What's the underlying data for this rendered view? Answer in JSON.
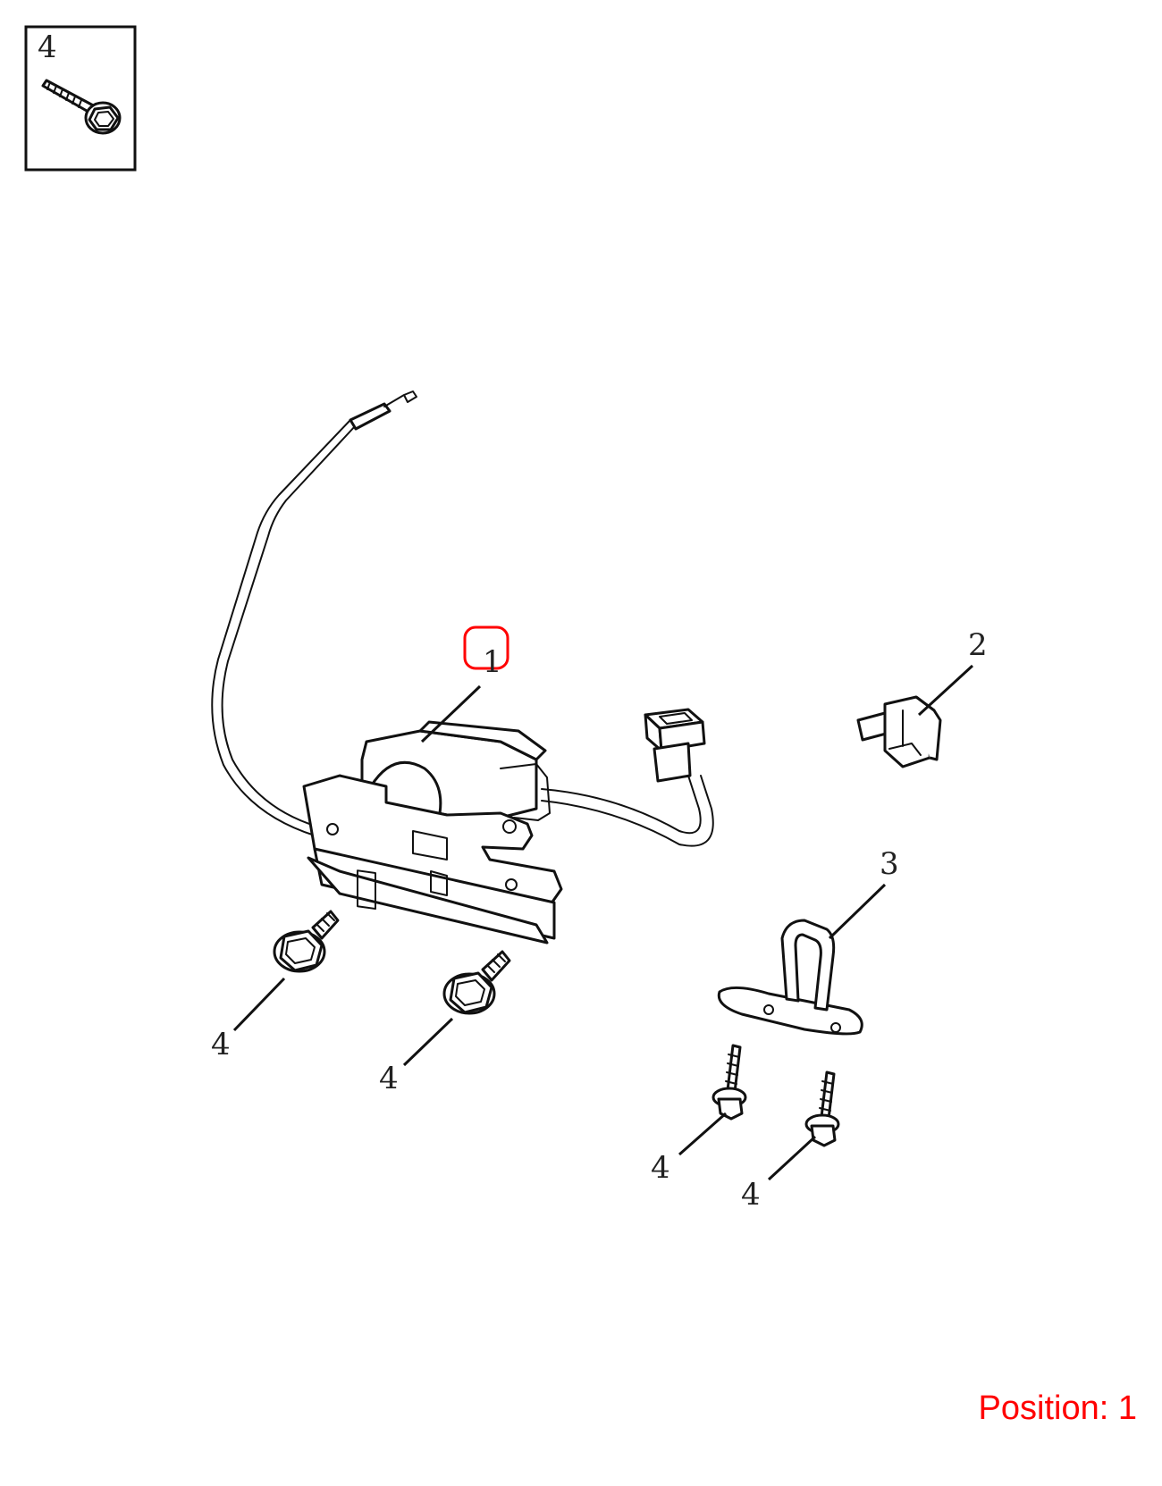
{
  "inset": {
    "callout": "4"
  },
  "callouts": [
    {
      "id": "1",
      "label": "1"
    },
    {
      "id": "2",
      "label": "2"
    },
    {
      "id": "3",
      "label": "3"
    },
    {
      "id": "4a",
      "label": "4"
    },
    {
      "id": "4b",
      "label": "4"
    },
    {
      "id": "4c",
      "label": "4"
    },
    {
      "id": "4d",
      "label": "4"
    }
  ],
  "position": {
    "text": "Position: 1",
    "color": "#ff0000"
  },
  "highlight": {
    "color": "#ff0000"
  }
}
